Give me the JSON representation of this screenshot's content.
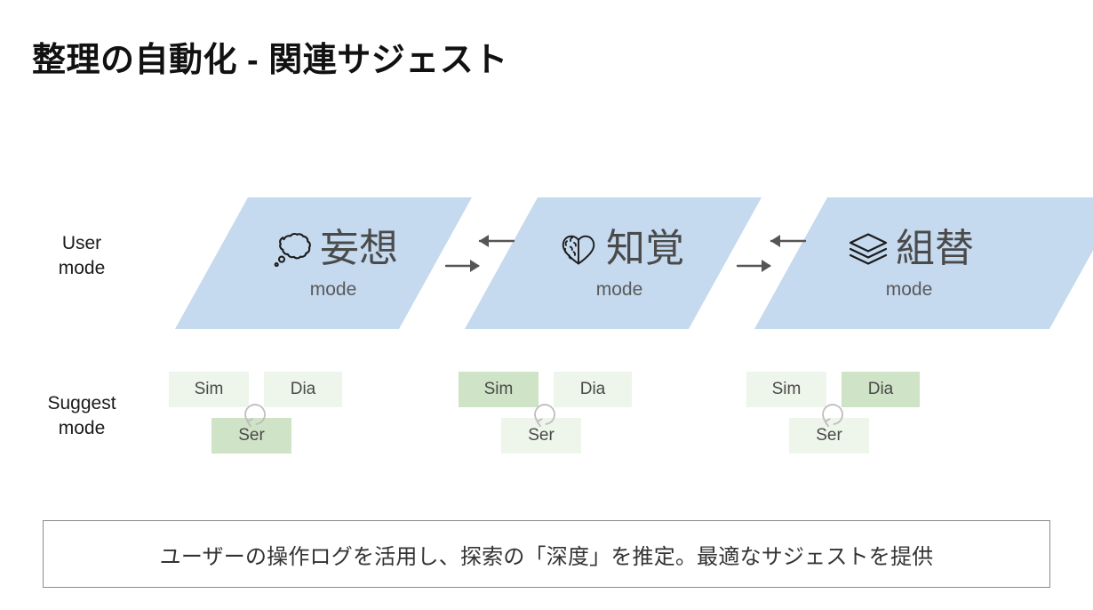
{
  "slide": {
    "title": "整理の自動化 - 関連サジェスト",
    "background_color": "#ffffff"
  },
  "rows": {
    "user_mode_label": "User\nmode",
    "suggest_mode_label": "Suggest\nmode"
  },
  "colors": {
    "panel_blue": "#c5d9ef",
    "chip_base_green": "#eef5ea",
    "chip_active_green": "#cfe3c6",
    "text_dark": "#4a4a4a",
    "title_black": "#111111",
    "caption_border": "#8a8a8a"
  },
  "modes": [
    {
      "name": "妄想",
      "sub": "mode",
      "icon": "thought-bubble-icon"
    },
    {
      "name": "知覚",
      "sub": "mode",
      "icon": "brain-heart-icon"
    },
    {
      "name": "組替",
      "sub": "mode",
      "icon": "layers-stack-icon"
    }
  ],
  "transitions": [
    {
      "forward": "right-arrow-icon",
      "backward": "left-arrow-icon"
    },
    {
      "forward": "right-arrow-icon",
      "backward": "left-arrow-icon"
    }
  ],
  "suggest_groups": [
    {
      "chips": [
        {
          "label": "Sim",
          "active": false
        },
        {
          "label": "Dia",
          "active": false
        },
        {
          "label": "Ser",
          "active": true
        }
      ],
      "refresh_icon": "circular-refresh-icon"
    },
    {
      "chips": [
        {
          "label": "Sim",
          "active": true
        },
        {
          "label": "Dia",
          "active": false
        },
        {
          "label": "Ser",
          "active": false
        }
      ],
      "refresh_icon": "circular-refresh-icon"
    },
    {
      "chips": [
        {
          "label": "Sim",
          "active": false
        },
        {
          "label": "Dia",
          "active": true
        },
        {
          "label": "Ser",
          "active": false
        }
      ],
      "refresh_icon": "circular-refresh-icon"
    }
  ],
  "caption": {
    "text": "ユーザーの操作ログを活用し、探索の「深度」を推定。最適なサジェストを提供"
  }
}
